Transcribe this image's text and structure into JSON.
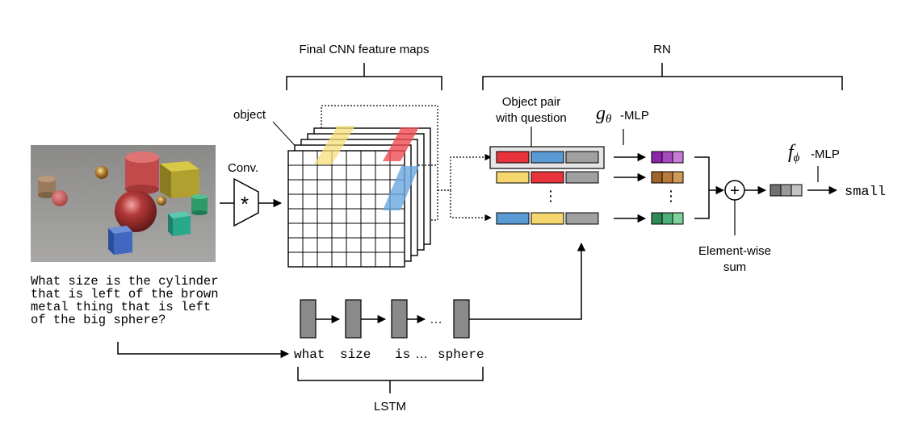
{
  "labels": {
    "cnn": "Final CNN feature maps",
    "rn": "RN",
    "object": "object",
    "conv": "Conv.",
    "conv_symbol": "*",
    "object_pair_line1": "Object pair",
    "object_pair_line2": "with question",
    "g_symbol": "g",
    "g_subscript": "θ",
    "g_suffix": "-MLP",
    "f_symbol": "f",
    "f_subscript": "ϕ",
    "f_suffix": "-MLP",
    "sum_line1": "Element-wise",
    "sum_line2": "sum",
    "plus": "+",
    "lstm": "LSTM",
    "ellipsis": "…",
    "vdots": "⋮",
    "output": "small"
  },
  "question": "What size is the cylinder\nthat is left of the brown\nmetal thing that is left\nof the big sphere?",
  "lstm_tokens": {
    "what": "what",
    "size": "size",
    "is": "is",
    "ellipsis": "…",
    "sphere": "sphere"
  },
  "colors": {
    "red": "#e8323c",
    "blue": "#5b9bd5",
    "yellow": "#f5d76e",
    "gray": "#a0a0a0",
    "dark_gray": "#808080",
    "purple": "#8e24aa",
    "purple_light": "#c77dd8",
    "brown": "#a0642a",
    "brown_light": "#d29a5a",
    "green": "#2e8b57",
    "green_light": "#7cd39b",
    "highlight_yellow": "#f7df7b",
    "highlight_red": "#ef4a52",
    "highlight_blue": "#6aa7e0"
  }
}
